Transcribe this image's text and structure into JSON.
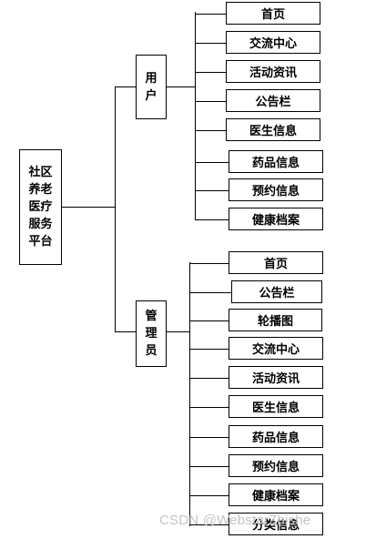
{
  "root": {
    "lines": [
      "社区",
      "养老",
      "医疗",
      "服务",
      "平台"
    ]
  },
  "user": {
    "lines": [
      "用",
      "户"
    ],
    "items": [
      "首页",
      "交流中心",
      "活动资讯",
      "公告栏",
      "医生信息",
      "药品信息",
      "预约信息",
      "健康档案"
    ]
  },
  "admin": {
    "lines": [
      "管",
      "理",
      "员"
    ],
    "items": [
      "首页",
      "公告栏",
      "轮播图",
      "交流中心",
      "活动资讯",
      "医生信息",
      "药品信息",
      "预约信息",
      "健康档案",
      "分类信息"
    ]
  },
  "watermark": "CSDN @WebstarZbishe"
}
